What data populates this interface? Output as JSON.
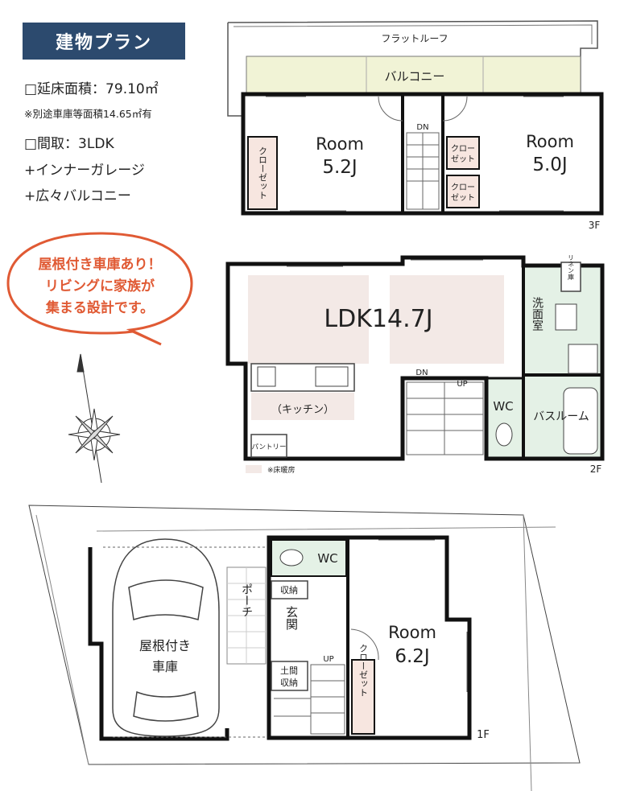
{
  "title": "建物プラン",
  "specs": {
    "floor_area": "□延床面積：79.10㎡",
    "garage_note": "※別途車庫等面積14.65㎡有",
    "layout": "□間取：3LDK",
    "feature1": "+インナーガレージ",
    "feature2": "+広々バルコニー"
  },
  "callout": {
    "line1": "屋根付き車庫あり！",
    "line2": "リビングに家族が",
    "line3": "集まる設計です。"
  },
  "floor3": {
    "flat_roof": "フラットルーフ",
    "balcony": "バルコニー",
    "room_left_name": "Room",
    "room_left_size": "5.2J",
    "room_right_name": "Room",
    "room_right_size": "5.0J",
    "closet_left": "クローゼット",
    "closet_small1_a": "クロー",
    "closet_small1_b": "ゼット",
    "closet_small2_a": "クロー",
    "closet_small2_b": "ゼット",
    "stair_dn": "DN",
    "floor_label": "3F"
  },
  "floor2": {
    "ldk": "LDK14.7J",
    "kitchen": "（キッチン）",
    "pantry": "パントリー",
    "linen": "リネン庫",
    "washroom": "洗面室",
    "bathroom": "バスルーム",
    "wc": "WC",
    "stair_dn": "DN",
    "stair_up": "UP",
    "floor_heating_note": "※床暖房",
    "floor_label": "2F"
  },
  "floor1": {
    "garage_line1": "屋根付き",
    "garage_line2": "車庫",
    "porch": "ポーチ",
    "entrance": "玄関",
    "shoe_storage": "収納",
    "doma_storage_a": "土間",
    "doma_storage_b": "収納",
    "wc": "WC",
    "room_name": "Room",
    "room_size": "6.2J",
    "closet": "クローゼット",
    "stair_up": "UP",
    "floor_label": "1F"
  },
  "colors": {
    "title_bg": "#2c4a6e",
    "balcony": "#f1f3d6",
    "wet_area": "#e4f1e6",
    "floor_heating": "#f3e9e6",
    "closet": "#f7e6e0",
    "callout": "#e05a34",
    "wall": "#111111"
  }
}
